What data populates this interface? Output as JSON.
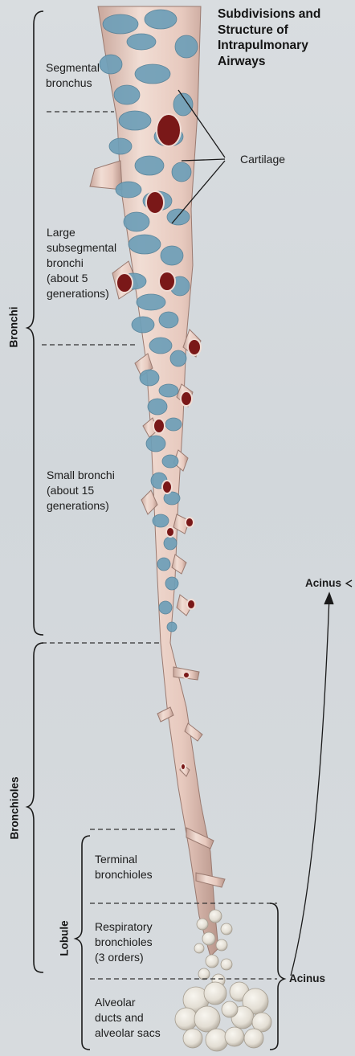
{
  "title_lines": [
    "Subdivisions and",
    "Structure of",
    "Intrapulmonary",
    "Airways"
  ],
  "labels": {
    "segmental_bronchus": [
      "Segmental",
      "bronchus"
    ],
    "cartilage": "Cartilage",
    "large_subsegmental": [
      "Large",
      "subsegmental",
      "bronchi",
      "(about 5",
      "generations)"
    ],
    "small_bronchi": [
      "Small bronchi",
      "(about 15",
      "generations)"
    ],
    "terminal_bronchioles": [
      "Terminal",
      "bronchioles"
    ],
    "respiratory_bronchioles": [
      "Respiratory",
      "bronchioles",
      "(3 orders)"
    ],
    "alveolar": [
      "Alveolar",
      "ducts and",
      "alveolar sacs"
    ],
    "acinus_upper": "Acinus",
    "acinus_lower": "Acinus"
  },
  "groups": {
    "bronchi": "Bronchi",
    "bronchioles": "Bronchioles",
    "lobule": "Lobule"
  },
  "colors": {
    "cartilage": "#6e9fb8",
    "airway_wall": "#e6c8bd",
    "lumen": "#7a1818",
    "alveoli": "#e8e4dc",
    "bracket": "#1a1a1a"
  }
}
